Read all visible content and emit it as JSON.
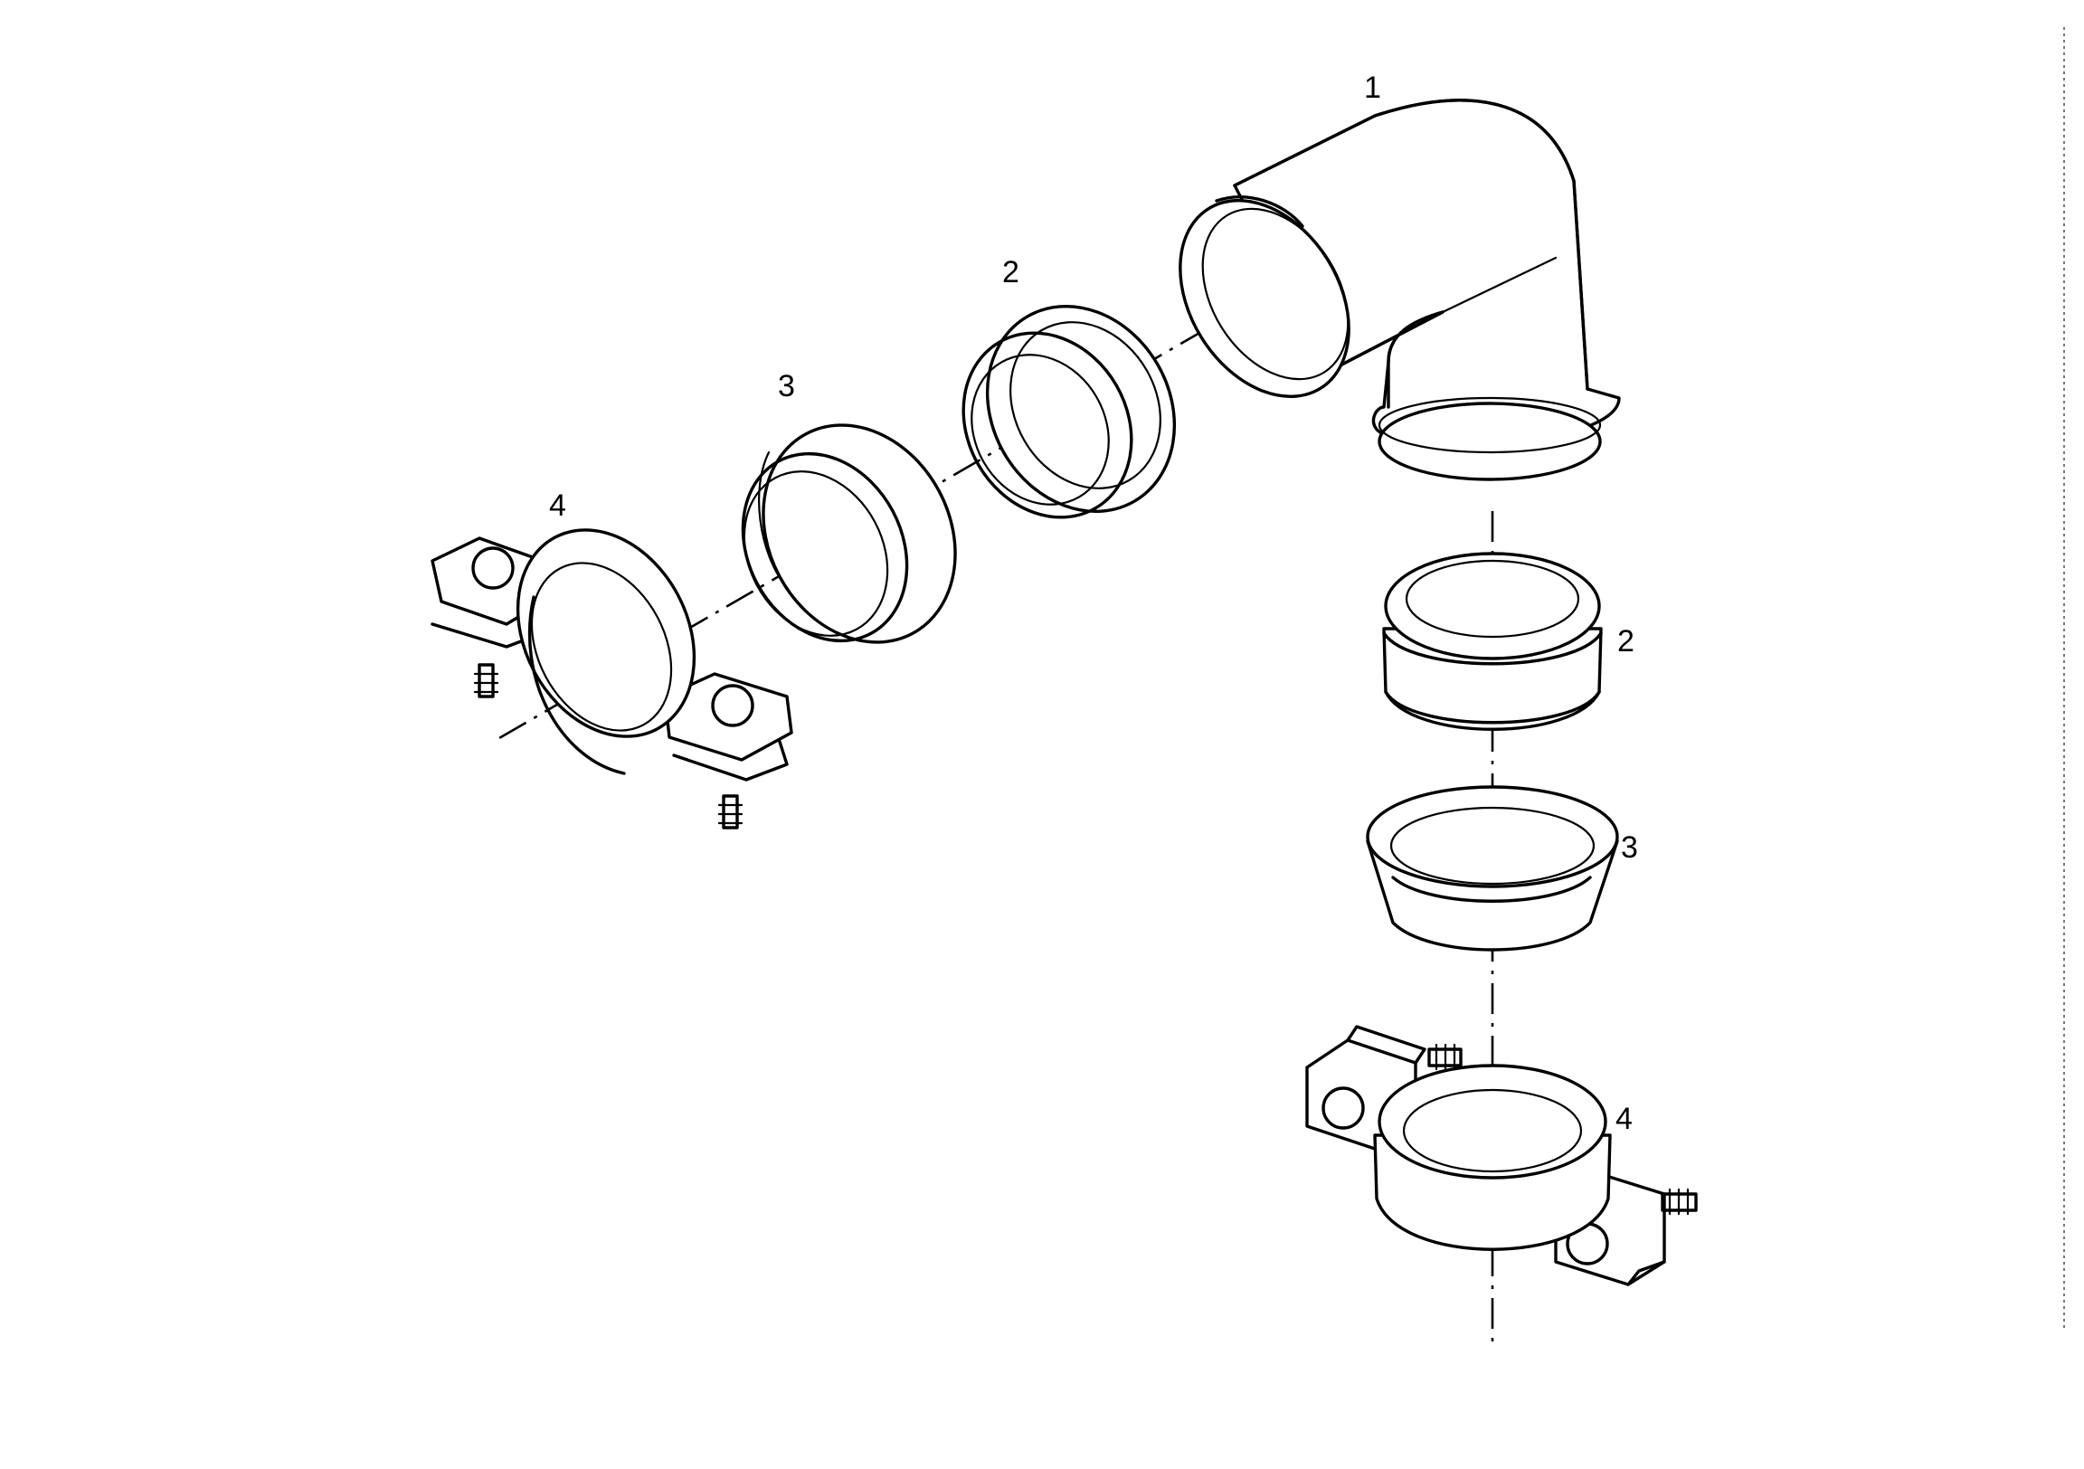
{
  "labels": {
    "elbow": "1",
    "ring_top": "2",
    "ring_right": "2",
    "seal_top": "3",
    "seal_right": "3",
    "clamp_left": "4",
    "clamp_right": "4"
  },
  "icons": {
    "elbow": "pipe-elbow-icon",
    "ring": "compression-ring-icon",
    "seal": "seal-ring-icon",
    "clamp": "pipe-clamp-icon"
  }
}
